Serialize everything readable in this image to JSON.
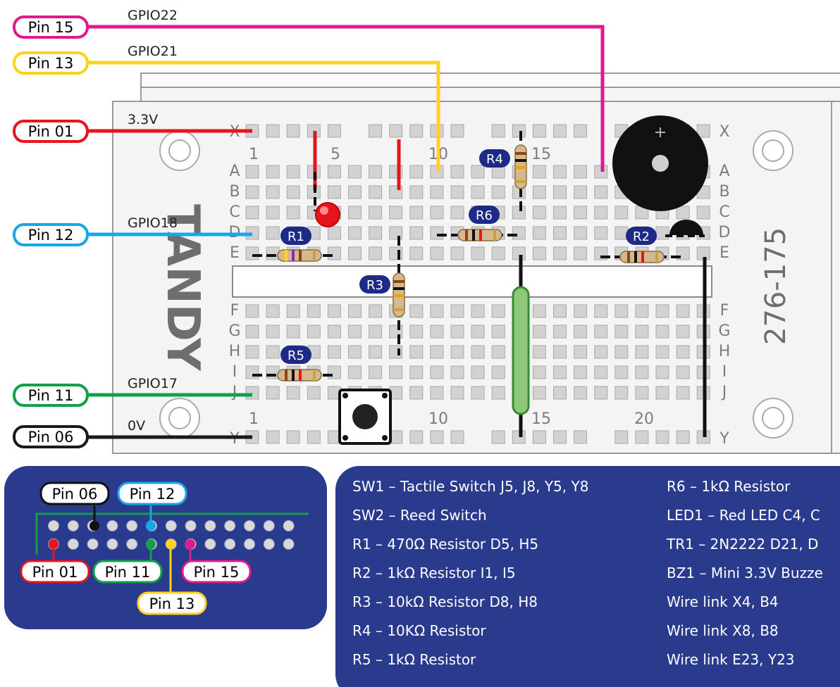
{
  "wires_left": [
    {
      "pin": "Pin 15",
      "signal": "GPIO22",
      "color": "#e0198c"
    },
    {
      "pin": "Pin 13",
      "signal": "GPIO21",
      "color": "#ffd21f"
    },
    {
      "pin": "Pin 01",
      "signal": "3.3V",
      "color": "#e8141c"
    },
    {
      "pin": "Pin 12",
      "signal": "GPIO18",
      "color": "#19a6e8"
    },
    {
      "pin": "Pin 11",
      "signal": "GPIO17",
      "color": "#12a04a"
    },
    {
      "pin": "Pin 06",
      "signal": "0V",
      "color": "#1a1a1a"
    }
  ],
  "breadboard": {
    "brand": "TANDY",
    "model": "276-175",
    "row_labels_top": [
      "X",
      "A",
      "B",
      "C",
      "D",
      "E"
    ],
    "row_labels_bottom": [
      "F",
      "G",
      "H",
      "I",
      "J",
      "Y"
    ],
    "col_numbers_top": [
      "1",
      "5",
      "10",
      "15"
    ],
    "col_numbers_bottom": [
      "1",
      "10",
      "15",
      "20"
    ]
  },
  "resistor_tags": [
    "R1",
    "R2",
    "R3",
    "R4",
    "R5",
    "R6"
  ],
  "buzzer_symbol": "+",
  "header": {
    "pin_labels": [
      "Pin 06",
      "Pin 12",
      "Pin 01",
      "Pin 11",
      "Pin 15",
      "Pin 13"
    ]
  },
  "legend_left": [
    "SW1 – Tactile Switch J5, J8, Y5, Y8",
    "SW2 – Reed Switch",
    "R1 – 470Ω Resistor D5, H5",
    "R2 – 1kΩ Resistor I1,  I5",
    "R3 – 10kΩ Resistor D8, H8",
    "R4 – 10KΩ Resistor",
    "R5 – 1kΩ Resistor"
  ],
  "legend_right": [
    "R6 – 1kΩ Resistor",
    "LED1 – Red LED C4, C",
    "TR1 – 2N2222 D21, D",
    "BZ1 – Mini 3.3V Buzze",
    "Wire link X4, B4",
    "Wire link X8, B8",
    "Wire link E23, Y23"
  ]
}
